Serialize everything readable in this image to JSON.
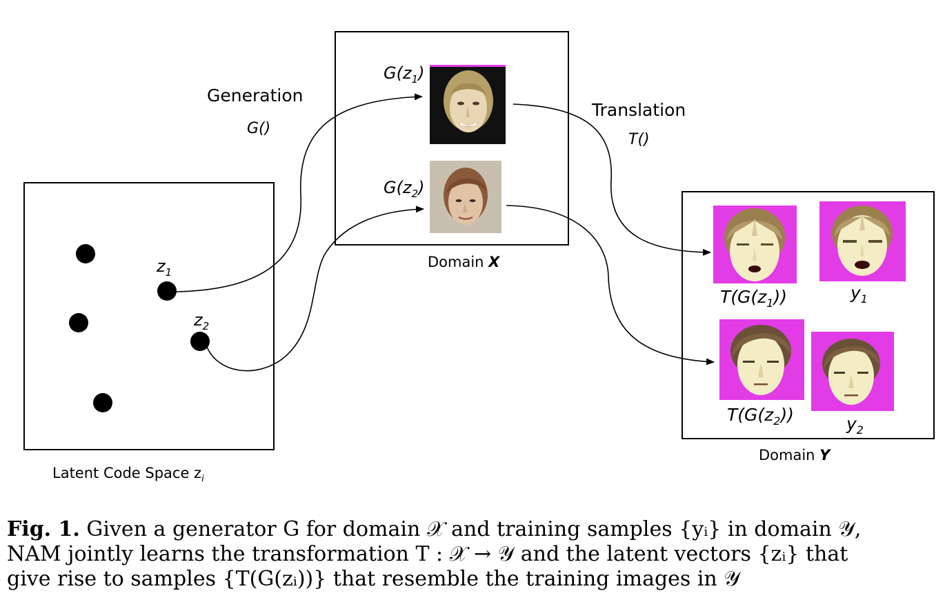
{
  "figure": {
    "latent_space": {
      "label": "Latent Code Space z",
      "label_sub": "i",
      "z1_label": "z",
      "z1_sub": "1",
      "z2_label": "z",
      "z2_sub": "2"
    },
    "generation": {
      "title": "Generation",
      "func": "G()"
    },
    "translation": {
      "title": "Translation",
      "func": "T()"
    },
    "domain_x": {
      "label": "Domain ",
      "label_symbol": "X",
      "g1_prefix": "G(z",
      "g1_sub": "1",
      "g1_suffix": ")",
      "g2_prefix": "G(z",
      "g2_sub": "2",
      "g2_suffix": ")"
    },
    "domain_y": {
      "label": "Domain ",
      "label_symbol": "Y",
      "t1_prefix": "T(G(z",
      "t1_sub": "1",
      "t1_suffix": "))",
      "t2_prefix": "T(G(z",
      "t2_sub": "2",
      "t2_suffix": "))",
      "y1": "y",
      "y1_sub": "1",
      "y2": "y",
      "y2_sub": "2"
    },
    "colors": {
      "cartoon_bg": "#e23ce6",
      "photo_dark_bg": "#111111",
      "photo_light_bg": "#c9bfb0"
    }
  },
  "caption": {
    "fig_label": "Fig. 1.",
    "lines": [
      " Given a generator G for domain 𝒳 and training samples {yᵢ} in domain 𝒴,",
      "NAM jointly learns the transformation T : 𝒳 → 𝒴 and the latent vectors {zᵢ} that",
      "give rise to samples {T(G(zᵢ))} that resemble the training images in 𝒴"
    ]
  }
}
